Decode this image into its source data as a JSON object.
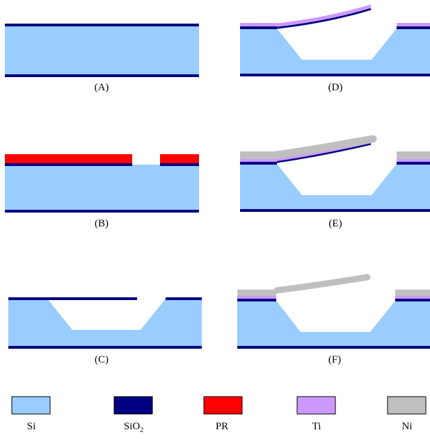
{
  "colors": {
    "si": "#99ccff",
    "sio2": "#000080",
    "pr": "#ff0000",
    "ti": "#cc99ff",
    "ni": "#bfbfbf"
  },
  "steps": [
    {
      "id": "A",
      "label": "(A)"
    },
    {
      "id": "B",
      "label": "(B)"
    },
    {
      "id": "C",
      "label": "(C)"
    },
    {
      "id": "D",
      "label": "(D)"
    },
    {
      "id": "E",
      "label": "(E)"
    },
    {
      "id": "F",
      "label": "(F)"
    }
  ],
  "legend": [
    {
      "key": "si",
      "label": "Si"
    },
    {
      "key": "sio2",
      "label_main": "SiO",
      "label_sub": "2"
    },
    {
      "key": "pr",
      "label": "PR"
    },
    {
      "key": "ti",
      "label": "Ti"
    },
    {
      "key": "ni",
      "label": "Ni"
    }
  ]
}
